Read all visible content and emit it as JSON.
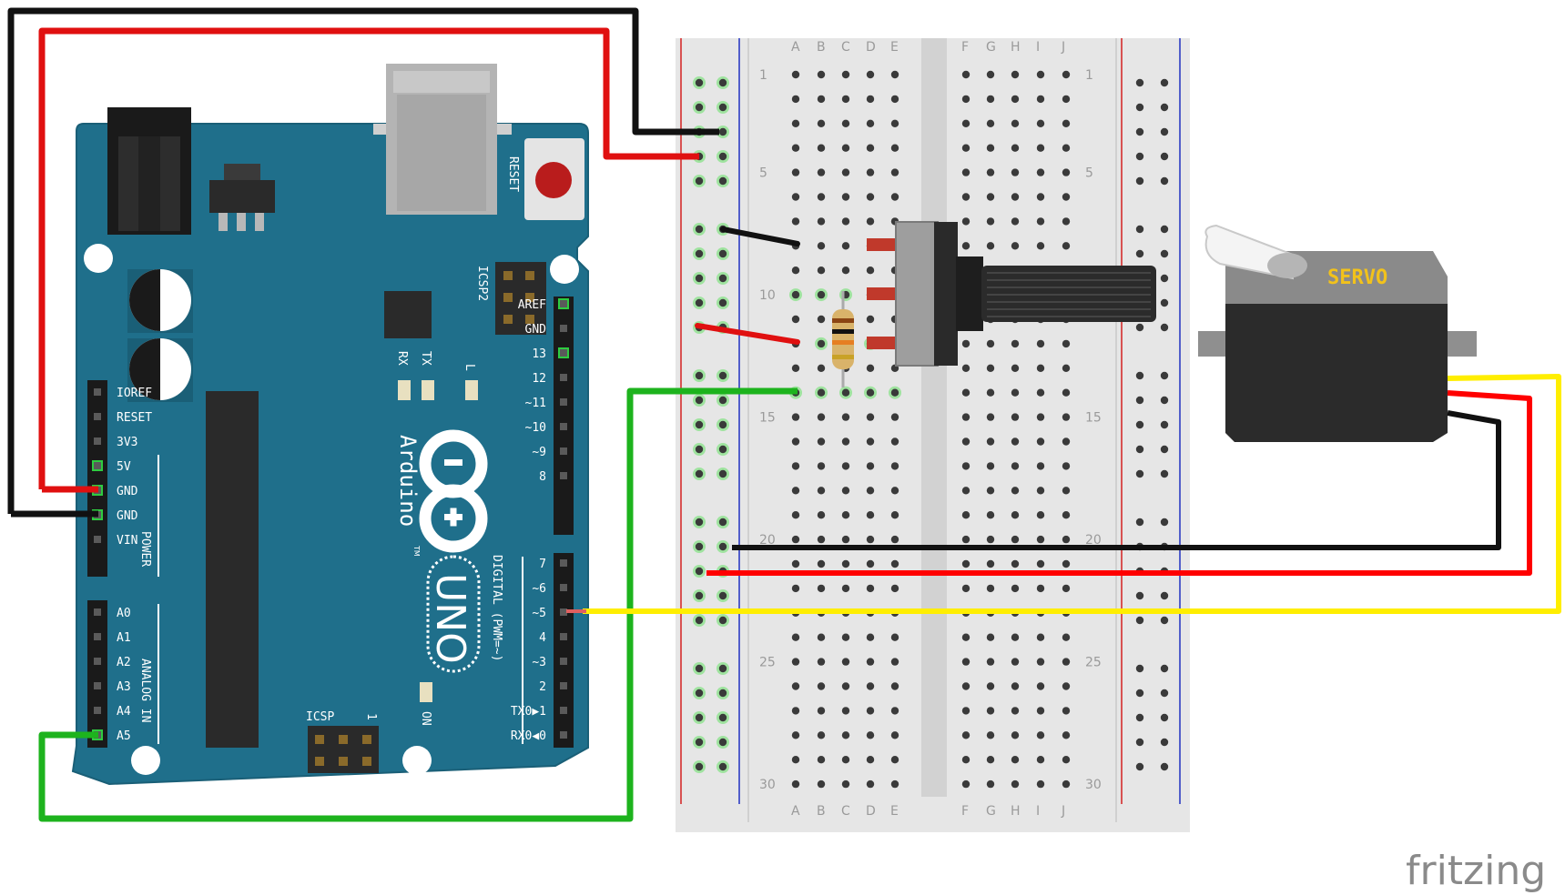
{
  "arduino": {
    "board_name": "Arduino",
    "model": "UNO",
    "trademark": "TM",
    "reset_label": "RESET",
    "icsp2_label": "ICSP2",
    "icsp_label": "ICSP",
    "icsp_pin_one": "1",
    "on_label": "ON",
    "tx_label": "TX",
    "rx_label": "RX",
    "l_label": "L",
    "power_label": "POWER",
    "analog_label": "ANALOG IN",
    "digital_label": "DIGITAL (PWM=~)",
    "power_pins": [
      "IOREF",
      "RESET",
      "3V3",
      "5V",
      "GND",
      "GND",
      "VIN"
    ],
    "analog_pins": [
      "A0",
      "A1",
      "A2",
      "A3",
      "A4",
      "A5"
    ],
    "digital_top": [
      "AREF",
      "GND",
      "13",
      "12",
      "~11",
      "~10",
      "~9",
      "8"
    ],
    "digital_bottom": [
      "7",
      "~6",
      "~5",
      "4",
      "~3",
      "2",
      "TX0▶1",
      "RX0◀0"
    ]
  },
  "breadboard": {
    "columns_left": [
      "A",
      "B",
      "C",
      "D",
      "E"
    ],
    "columns_right": [
      "F",
      "G",
      "H",
      "I",
      "J"
    ],
    "row_numbers": [
      "1",
      "5",
      "10",
      "15",
      "20",
      "25",
      "30"
    ]
  },
  "servo": {
    "label": "SERVO",
    "label_color": "#f2c21b"
  },
  "wire_colors": {
    "red": "#e01010",
    "black": "#111111",
    "green": "#1db31d",
    "yellow": "#ffee00"
  },
  "watermark": "fritzing"
}
